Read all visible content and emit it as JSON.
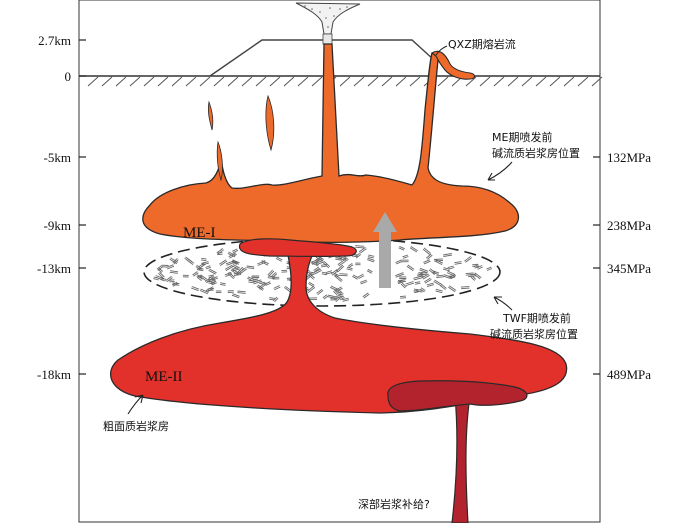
{
  "depth_axis": {
    "labels": [
      "2.7km",
      "0",
      "-5km",
      "-9km",
      "-13km",
      "-18km"
    ]
  },
  "pressure_axis": {
    "labels": [
      "132MPa",
      "238MPa",
      "345MPa",
      "489MPa"
    ]
  },
  "chambers": {
    "upper": "ME-I",
    "lower": "ME-II"
  },
  "annotations": {
    "lava_flow": "QXZ期熔岩流",
    "me_chamber_line1": "ME期喷发前",
    "me_chamber_line2": "碱流质岩浆房位置",
    "twf_chamber_line1": "TWF期喷发前",
    "twf_chamber_line2": "碱流质岩浆房位置",
    "trachyte_chamber": "粗面质岩浆房",
    "deep_supply": "深部岩浆补给?"
  },
  "colors": {
    "orange_magma": "#ee6a2b",
    "red_magma": "#e2312b",
    "dark_red_magma": "#b3232d",
    "arrow_grey": "#a9a9a9",
    "outline": "#2a2a2a"
  }
}
